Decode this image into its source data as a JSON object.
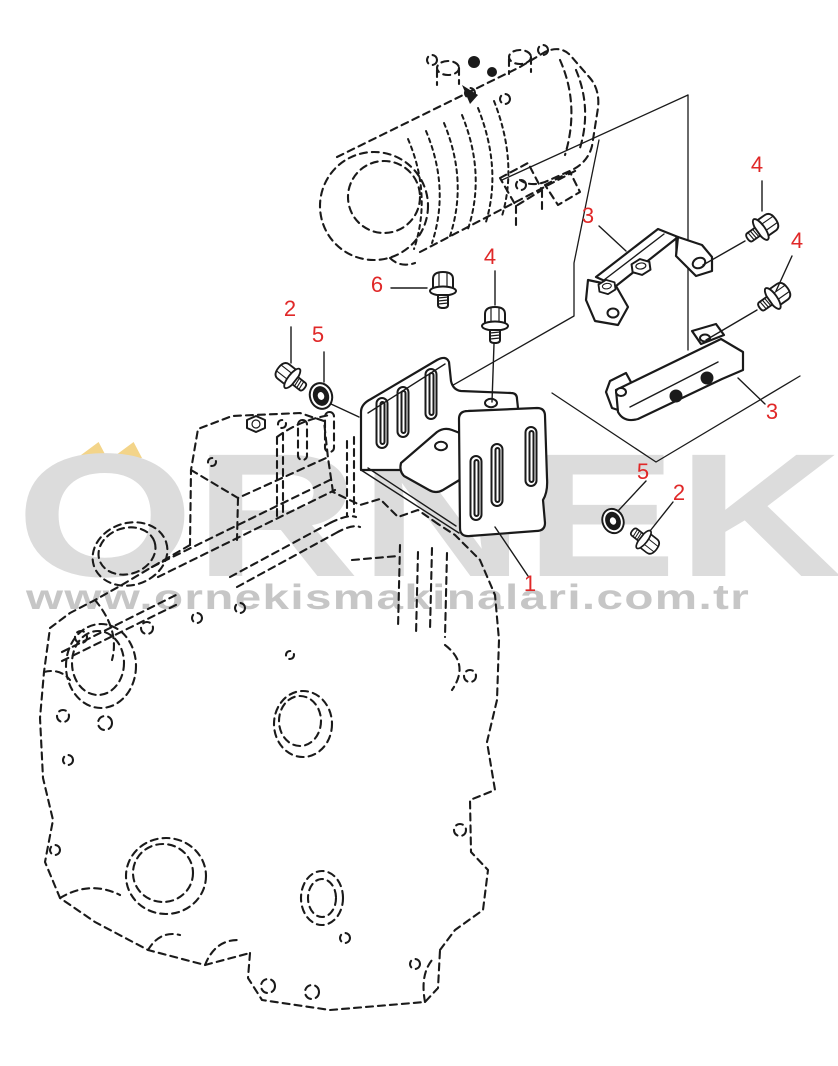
{
  "watermark": {
    "brand_text": "ORNEK",
    "url_text": "www.ornekismakinalari.com.tr"
  },
  "colors": {
    "line": "#1a1a1a",
    "callout": "#e02828",
    "brand": "#dcdcdc",
    "url": "#c6c6c6",
    "accent": "#f3d489",
    "background": "#ffffff"
  },
  "callouts": [
    {
      "label": "1"
    },
    {
      "label": "2"
    },
    {
      "label": "5"
    },
    {
      "label": "6"
    },
    {
      "label": "4"
    },
    {
      "label": "3"
    },
    {
      "label": "4"
    },
    {
      "label": "4"
    },
    {
      "label": "3"
    },
    {
      "label": "5"
    },
    {
      "label": "2"
    }
  ]
}
